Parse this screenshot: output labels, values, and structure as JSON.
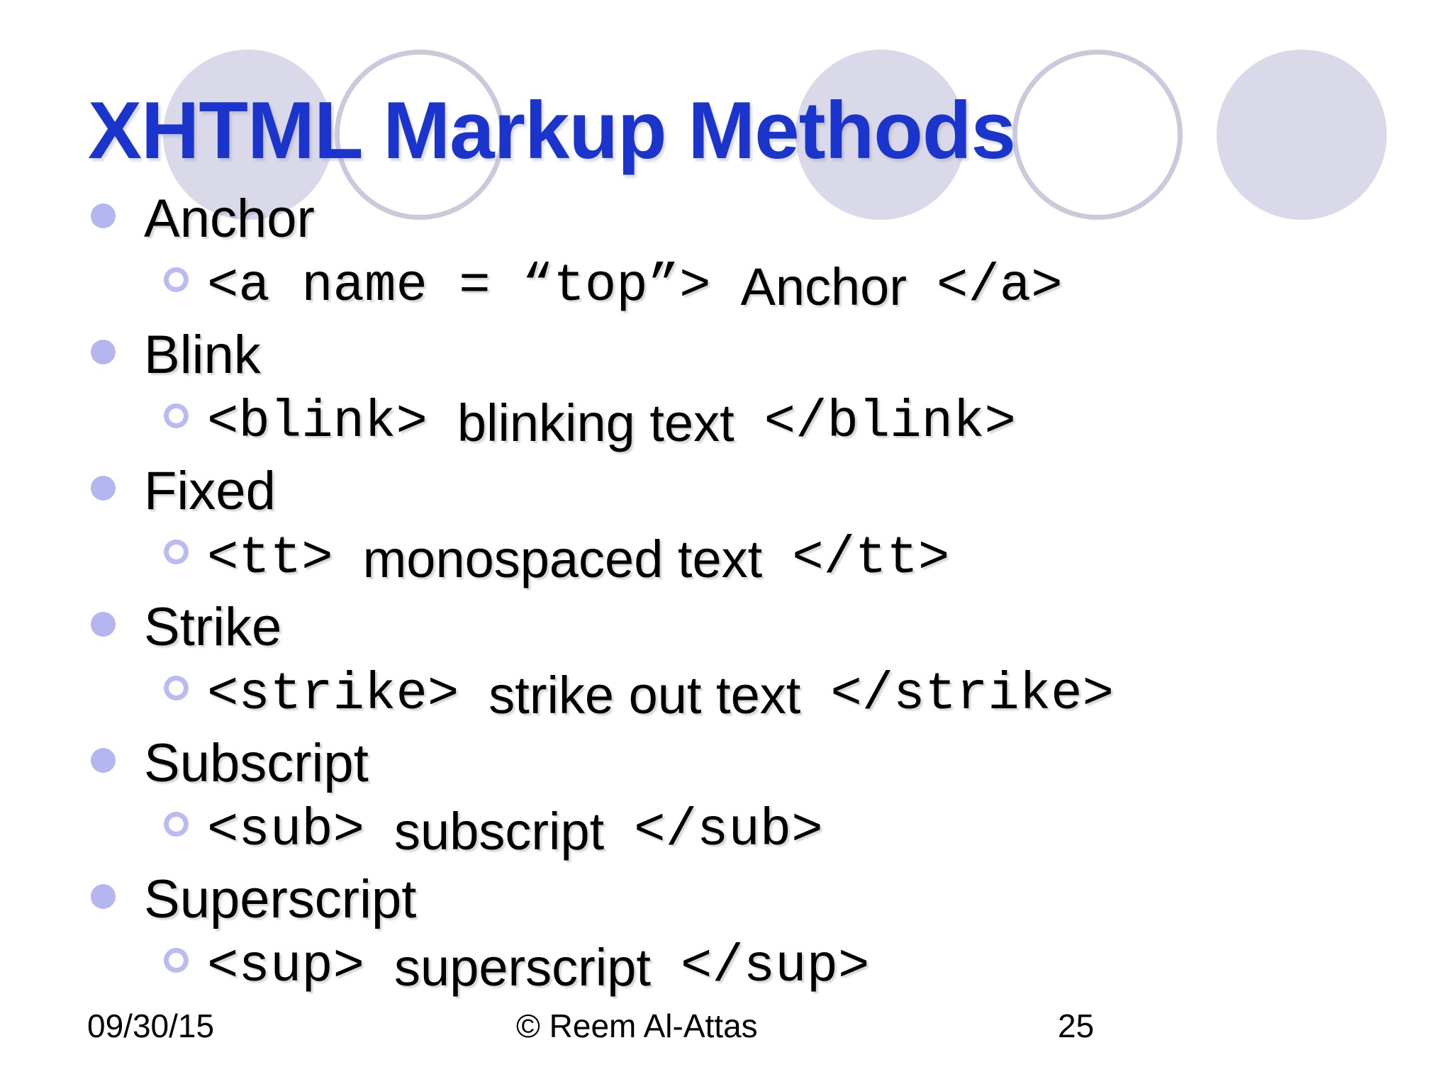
{
  "slide": {
    "title": "XHTML Markup Methods",
    "items": [
      {
        "label": "Anchor",
        "code": [
          "<a name = “top”>",
          "Anchor",
          "</a>"
        ]
      },
      {
        "label": "Blink",
        "code": [
          "<blink>",
          "blinking text",
          "</blink>"
        ]
      },
      {
        "label": "Fixed",
        "code": [
          "<tt>",
          "monospaced text",
          "</tt>"
        ]
      },
      {
        "label": "Strike",
        "code": [
          "<strike>",
          "strike out text",
          "</strike>"
        ]
      },
      {
        "label": "Subscript",
        "code": [
          "<sub>",
          "subscript",
          "</sub>"
        ]
      },
      {
        "label": "Superscript",
        "code": [
          "<sup>",
          "superscript",
          "</sup>"
        ]
      }
    ],
    "footer": {
      "date": "09/30/15",
      "copyright": "© Reem Al-Attas",
      "page": "25"
    },
    "colors": {
      "title_blue": "#1b35cc",
      "bullet_periwinkle": "#b3b6ef",
      "circle_fill": "#d9d9e9",
      "circle_stroke": "#c9cbdd",
      "background": "#ffffff",
      "text": "#000000"
    },
    "decor_circles": [
      {
        "style": "filled"
      },
      {
        "style": "outlined"
      },
      {
        "style": "filled"
      },
      {
        "style": "outlined"
      },
      {
        "style": "filled"
      }
    ]
  }
}
